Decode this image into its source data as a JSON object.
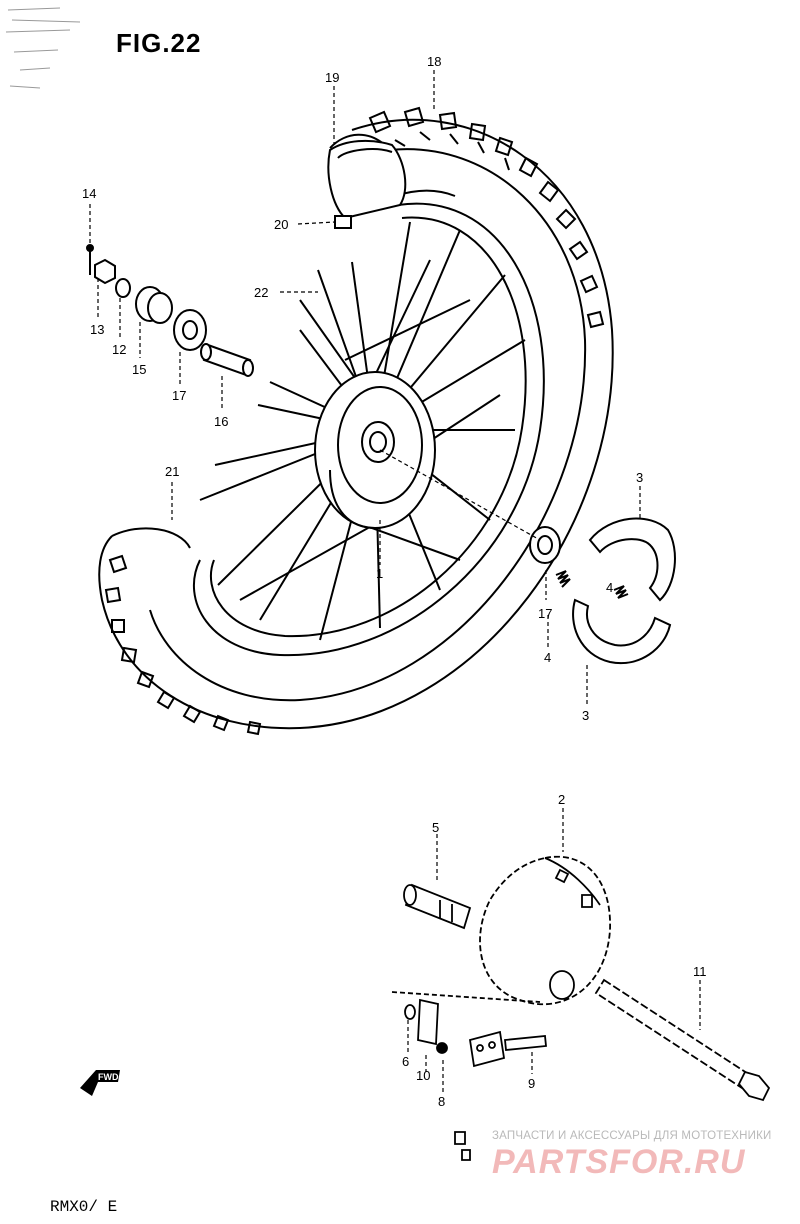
{
  "figure": {
    "title": "FIG.22",
    "code": "RMX0/ E",
    "fwd_label": "FWD"
  },
  "callouts": {
    "c1": "1",
    "c2": "2",
    "c3a": "3",
    "c3b": "3",
    "c4a": "4",
    "c4b": "4",
    "c5": "5",
    "c6": "6",
    "c8": "8",
    "c9": "9",
    "c10": "10",
    "c11": "11",
    "c12": "12",
    "c13": "13",
    "c14": "14",
    "c15": "15",
    "c16": "16",
    "c17a": "17",
    "c17b": "17",
    "c18": "18",
    "c19": "19",
    "c20": "20",
    "c21": "21",
    "c22": "22"
  },
  "watermark": {
    "caption": "ЗАПЧАСТИ И АКСЕССУАРЫ ДЛЯ МОТОТЕХНИКИ",
    "logo": "PARTSFOR.RU"
  }
}
